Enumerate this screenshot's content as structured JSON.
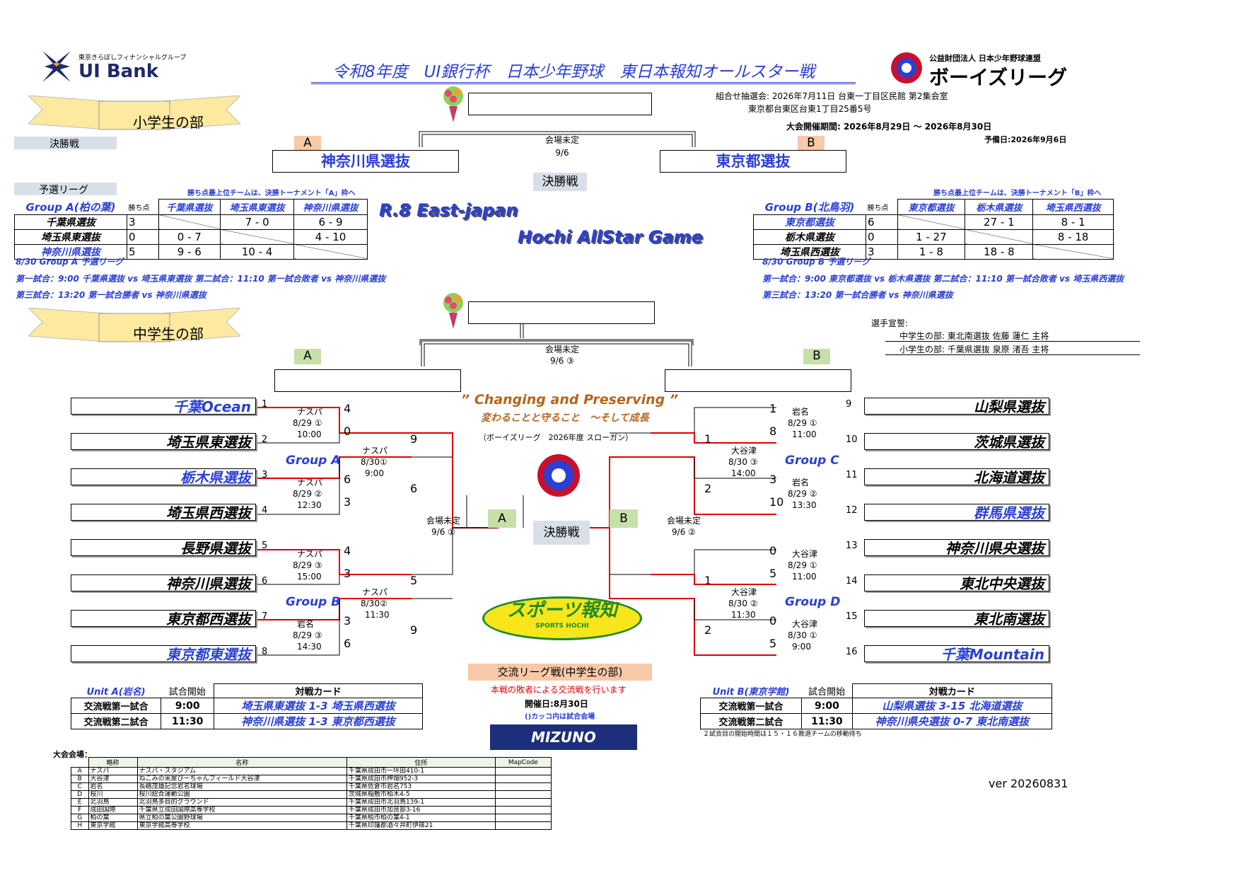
{
  "header": {
    "title": "令和8年度　UI銀行杯　日本少年野球　東日本報知オールスター戦",
    "bank_sub": "東京きらぼしフィナンシャルグループ",
    "bank_name": "UI Bank",
    "league_sub": "公益財団法人 日本少年野球連盟",
    "league_name": "ボーイズリーグ",
    "draw_info": "組合せ抽選会:  2026年7月11日  台東一丁目区民館  第2集会室",
    "address": "東京都台東区台東1丁目25番5号",
    "period": "大会開催期間:  2026年8月29日  ～  2026年8月30日",
    "reserve": "予備日:2026年9月6日"
  },
  "elementary": {
    "section": "小学生の部",
    "final_label": "決勝戦",
    "prelim_label": "予選リーグ",
    "slot_a": "A",
    "slot_b": "B",
    "team_a": "神奈川県選抜",
    "team_b": "東京都選抜",
    "venue": "会場未定",
    "date": "9/6",
    "final_center": "決勝戦",
    "groupA": {
      "name": "Group A(柏の葉)",
      "points_hdr": "勝ち点",
      "note": "勝ち点最上位チームは、決勝トーナメント「A」枠へ",
      "cols": [
        "千葉県選抜",
        "埼玉県東選抜",
        "神奈川県選抜"
      ],
      "rows": [
        {
          "team": "千葉県選抜",
          "pts": "3",
          "cells": [
            "",
            "7 - 0",
            "6 - 9"
          ]
        },
        {
          "team": "埼玉県東選抜",
          "pts": "0",
          "cells": [
            "0 - 7",
            "",
            "4 - 10"
          ]
        },
        {
          "team": "神奈川県選抜",
          "pts": "5",
          "cells": [
            "9 - 6",
            "10 - 4",
            ""
          ]
        }
      ],
      "sched_title": "8/30 Group A 予選リーグ",
      "sched1": "第一試合：9:00  千葉県選抜 vs 埼玉県東選抜    第二試合：11:10  第一試合敗者 vs 神奈川県選抜",
      "sched2": "第三試合：13:20  第一試合勝者 vs 神奈川県選抜"
    },
    "groupB": {
      "name": "Group B(北鳥羽)",
      "points_hdr": "勝ち点",
      "note": "勝ち点最上位チームは、決勝トーナメント「B」枠へ",
      "cols": [
        "東京都選抜",
        "栃木県選抜",
        "埼玉県西選抜"
      ],
      "rows": [
        {
          "team": "東京都選抜",
          "pts": "6",
          "cells": [
            "",
            "27 - 1",
            "8 - 1"
          ]
        },
        {
          "team": "栃木県選抜",
          "pts": "0",
          "cells": [
            "1 - 27",
            "",
            "8 - 18"
          ]
        },
        {
          "team": "埼玉県西選抜",
          "pts": "3",
          "cells": [
            "1 - 8",
            "18 - 8",
            ""
          ]
        }
      ],
      "sched_title": "8/30 Group B 予選リーグ",
      "sched1": "第一試合：9:00  東京都選抜 vs 栃木県選抜    第二試合：11:10  第一試合敗者 vs 埼玉県西選抜",
      "sched2": "第三試合：13:20  第一試合勝者 vs 神奈川県選抜"
    }
  },
  "event": {
    "line1": "R.8 East-japan",
    "line2": "Hochi AllStar Game"
  },
  "junior": {
    "section": "中学生の部",
    "slot_a": "A",
    "slot_b": "B",
    "venue_top": "会場未定",
    "date_top": "9/6 ③",
    "slogan1": "” Changing and Preserving ”",
    "slogan2": "変わることと守ること　～そして成長",
    "slogan3": "（ボーイズリーグ　2026年度 スローガン）",
    "final_a": "A",
    "final_b": "B",
    "final_center": "決勝戦",
    "semi_left": "会場未定",
    "semi_left_date": "9/6 ①",
    "semi_right": "会場未定",
    "semi_right_date": "9/6 ②",
    "oath_title": "選手宣誓:",
    "oath1": "中学生の部:  東北南選抜  佐藤  蓮仁 主将",
    "oath2": "小学生の部:  千葉県選抜  泉原  渚吾 主将",
    "left_teams": [
      {
        "name": "千葉Ocean",
        "seed": "1",
        "blue": true
      },
      {
        "name": "埼玉県東選抜",
        "seed": "2",
        "blue": false
      },
      {
        "name": "栃木県選抜",
        "seed": "3",
        "blue": true
      },
      {
        "name": "埼玉県西選抜",
        "seed": "4",
        "blue": false
      },
      {
        "name": "長野県選抜",
        "seed": "5",
        "blue": false
      },
      {
        "name": "神奈川県選抜",
        "seed": "6",
        "blue": false
      },
      {
        "name": "東京都西選抜",
        "seed": "7",
        "blue": false
      },
      {
        "name": "東京都東選抜",
        "seed": "8",
        "blue": true
      }
    ],
    "right_teams": [
      {
        "name": "山梨県選抜",
        "seed": "9",
        "blue": false
      },
      {
        "name": "茨城県選抜",
        "seed": "10",
        "blue": false
      },
      {
        "name": "北海道選抜",
        "seed": "11",
        "blue": false
      },
      {
        "name": "群馬県選抜",
        "seed": "12",
        "blue": true
      },
      {
        "name": "神奈川県央選抜",
        "seed": "13",
        "blue": false
      },
      {
        "name": "東北中央選抜",
        "seed": "14",
        "blue": false
      },
      {
        "name": "東北南選抜",
        "seed": "15",
        "blue": false
      },
      {
        "name": "千葉Mountain",
        "seed": "16",
        "blue": true
      }
    ],
    "left_r1": [
      {
        "venue": "ナスパ",
        "date": "8/29 ①",
        "time": "10:00",
        "s1": "4",
        "s2": "0"
      },
      {
        "venue": "ナスパ",
        "date": "8/29 ②",
        "time": "12:30",
        "s1": "6",
        "s2": "3"
      },
      {
        "venue": "ナスパ",
        "date": "8/29 ③",
        "time": "15:00",
        "s1": "4",
        "s2": "3"
      },
      {
        "venue": "岩名",
        "date": "8/29 ③",
        "time": "14:30",
        "s1": "3",
        "s2": "6"
      }
    ],
    "right_r1": [
      {
        "venue": "岩名",
        "date": "8/29 ①",
        "time": "11:00",
        "s1": "1",
        "s2": "8"
      },
      {
        "venue": "岩名",
        "date": "8/29 ②",
        "time": "13:30",
        "s1": "3",
        "s2": "10"
      },
      {
        "venue": "大谷津",
        "date": "8/29 ①",
        "time": "11:00",
        "s1": "0",
        "s2": "5"
      },
      {
        "venue": "大谷津",
        "date": "8/30 ①",
        "time": "9:00",
        "s1": "0",
        "s2": "5"
      }
    ],
    "left_r2": [
      {
        "venue": "ナスパ",
        "date": "8/30①",
        "time": "9:00",
        "s1": "9",
        "s2": "6",
        "group": "Group A"
      },
      {
        "venue": "ナスパ",
        "date": "8/30②",
        "time": "11:30",
        "s1": "5",
        "s2": "9",
        "group": "Group B"
      }
    ],
    "right_r2": [
      {
        "venue": "大谷津",
        "date": "8/30 ③",
        "time": "14:00",
        "s1": "1",
        "s2": "2",
        "group": "Group C"
      },
      {
        "venue": "大谷津",
        "date": "8/30 ②",
        "time": "11:30",
        "s1": "1",
        "s2": "2",
        "group": "Group D"
      }
    ]
  },
  "exchange": {
    "title": "交流リーグ戦(中学生の部)",
    "note": "本戦の敗者による交流戦を行います",
    "date": "開催日:8月30日",
    "venue_note": "()カッコ内は試合会場",
    "unitA": {
      "name": "Unit A(岩名)",
      "start": "試合開始",
      "card": "対戦カード",
      "rows": [
        {
          "label": "交流戦第一試合",
          "time": "9:00",
          "match": "埼玉県東選抜 1-3 埼玉県西選抜"
        },
        {
          "label": "交流戦第二試合",
          "time": "11:30",
          "match": "神奈川県選抜 1-3 東京都西選抜"
        }
      ]
    },
    "unitB": {
      "name": "Unit B(東京学館)",
      "start": "試合開始",
      "card": "対戦カード",
      "rows": [
        {
          "label": "交流戦第一試合",
          "time": "9:00",
          "match": "山梨県選抜 3-15 北海道選抜"
        },
        {
          "label": "交流戦第二試合",
          "time": "11:30",
          "match": "神奈川県央選抜 0-7 東北南選抜"
        }
      ]
    },
    "footnote": "２試合目の開始時間は１５・１６敗退チームの移動待ち"
  },
  "sponsors": {
    "hochi": "スポーツ報知",
    "hochi_sub": "SPORTS HOCHI",
    "mizuno": "MIZUNO"
  },
  "venues": {
    "title": "大会会場：",
    "headers": [
      "略称",
      "名称",
      "住所",
      "MapCode"
    ],
    "rows": [
      [
        "A",
        "ナスパ",
        "ナスパ・スタジアム",
        "千葉県成田市一坪田410-1",
        ""
      ],
      [
        "B",
        "大谷津",
        "ねこみの米屋ぴーちゃんフィールド大谷津",
        "千葉県成田市押畑952-3",
        ""
      ],
      [
        "C",
        "岩名",
        "長嶋茂雄記念岩名球場",
        "千葉県佐倉市岩名753",
        ""
      ],
      [
        "D",
        "桜川",
        "桜川総合運動公園",
        "茨城県稲敷市柏木4-5",
        ""
      ],
      [
        "E",
        "北羽鳥",
        "北羽鳥多目的グラウンド",
        "千葉県成田市北羽鳥139-1",
        ""
      ],
      [
        "F",
        "成田国際",
        "千葉県立成田国際高等学校",
        "千葉県成田市加良部3-16",
        ""
      ],
      [
        "G",
        "柏の葉",
        "県立柏の葉公園野球場",
        "千葉県柏市柏の葉4-1",
        ""
      ],
      [
        "H",
        "東京学館",
        "東京学館高等学校",
        "千葉県印旛郡酒々井町伊篠21",
        ""
      ]
    ]
  },
  "version": "ver 20260831",
  "colors": {
    "red": "#e00000",
    "blue": "#2a3fd4",
    "banner": "#fde9a0",
    "gray": "#d9dfe9",
    "peach": "#f8c9a8",
    "green": "#c7dfa8"
  }
}
